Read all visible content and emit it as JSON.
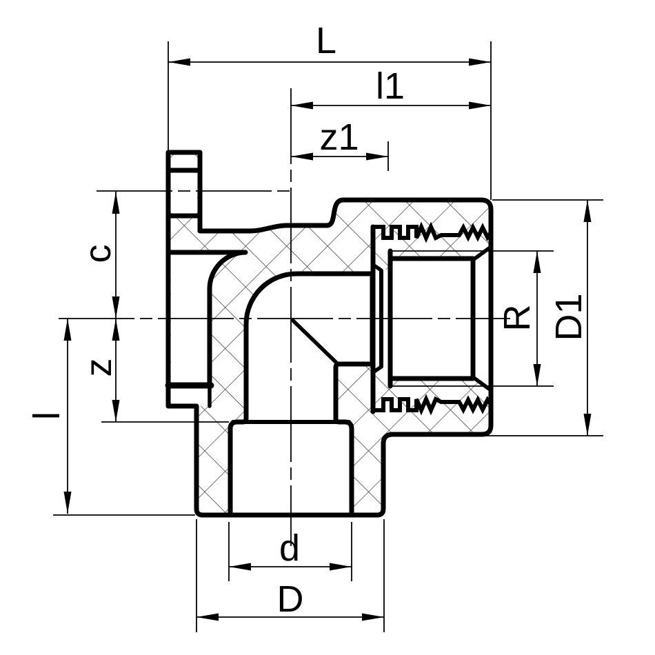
{
  "drawing": {
    "kind": "technical-section-drawing",
    "subject": "90-degree elbow fitting with female threaded outlet",
    "background": "#ffffff",
    "stroke_color": "#000000",
    "hatch_color": "#3a3a3a"
  },
  "labels": {
    "overall_length": "L",
    "axis_to_face_length": "l1",
    "thread_depth": "z1",
    "offset_c": "c",
    "offset_z": "z",
    "height_l": "l",
    "thread_size": "R",
    "body_outer_diameter": "D1",
    "socket_inner_diameter": "d",
    "socket_outer_diameter": "D"
  }
}
